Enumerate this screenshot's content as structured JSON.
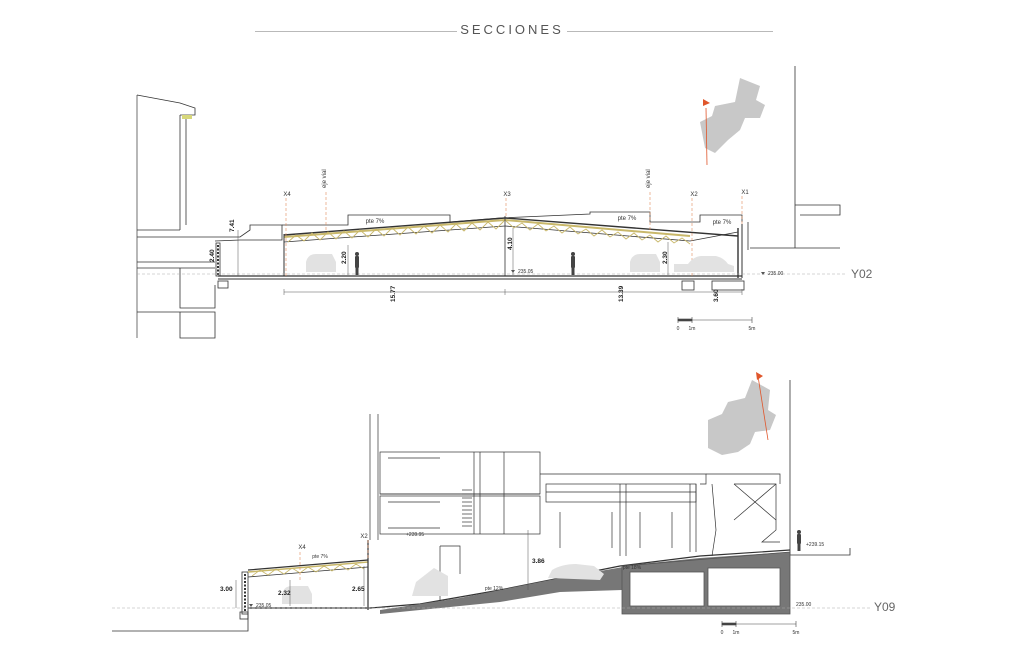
{
  "title": "SECCIONES",
  "section_top": {
    "grid_labels": [
      "X4",
      "X3",
      "X2",
      "X1"
    ],
    "axis_labels": [
      "eje vial",
      "eje vial"
    ],
    "slopes": [
      "pte 7%",
      "pte 7%",
      "pte 7%"
    ],
    "dims_vertical": [
      "7.41",
      "2.40",
      "2.20",
      "4.10",
      "2.30",
      "3.60"
    ],
    "dims_horizontal": [
      "15.77",
      "13.39"
    ],
    "level_inside": "235.05",
    "level_right": "235.00",
    "level_tag": "Y02",
    "scale": [
      "0",
      "1m",
      "5m"
    ]
  },
  "section_bottom": {
    "grid_labels": [
      "X4",
      "X2"
    ],
    "slopes": [
      "pte 7%",
      "pte 12%",
      "pte 18%"
    ],
    "dims_vertical": [
      "3.00",
      "2.32",
      "2.65",
      "3.86"
    ],
    "levels": [
      "+239.95",
      "+239.15",
      "235.05",
      "235.00"
    ],
    "level_tag": "Y09",
    "scale": [
      "0",
      "1m",
      "5m"
    ]
  },
  "colors": {
    "truss": "#c9b86a",
    "grey": "#c8c8c8",
    "ramp": "#777777",
    "marker": "#e0562b",
    "dashed": "#aaaaaa"
  }
}
